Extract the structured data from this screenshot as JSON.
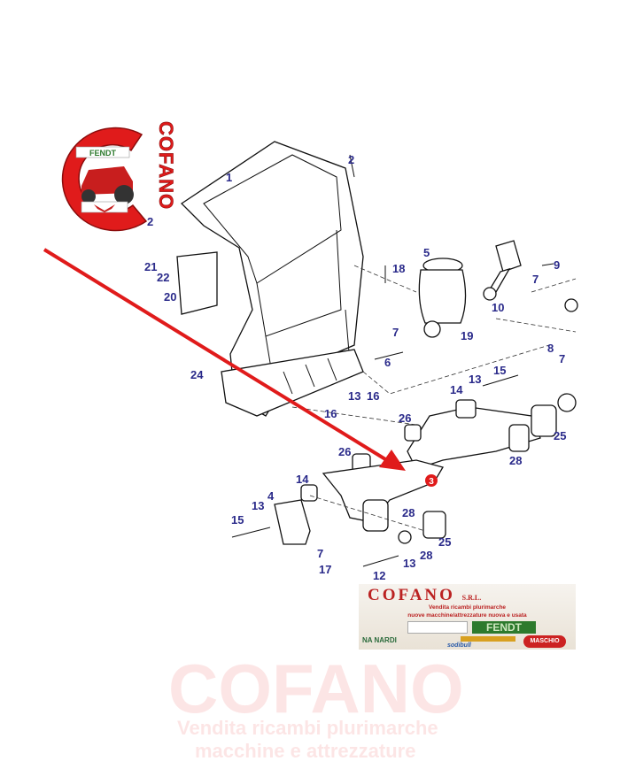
{
  "logo": {
    "brand_text": "COFANO",
    "inner_brand": "FENDT",
    "accent_color": "#e01b1b"
  },
  "parts_labels": [
    "1",
    "2",
    "2",
    "21",
    "22",
    "20",
    "18",
    "5",
    "9",
    "7",
    "10",
    "7",
    "19",
    "6",
    "8",
    "7",
    "24",
    "13",
    "16",
    "16",
    "15",
    "13",
    "14",
    "26",
    "26",
    "25",
    "28",
    "3",
    "14",
    "4",
    "13",
    "15",
    "28",
    "25",
    "28",
    "13",
    "7",
    "17",
    "12"
  ],
  "highlight": {
    "label": "3",
    "color": "#e01b1b"
  },
  "watermark": {
    "text": "COFANO",
    "line1": "Vendita ricambi plurimarche",
    "line2": "macchine e attrezzature"
  },
  "banner": {
    "title": "COFANO",
    "suffix": "S.R.L.",
    "line1": "Vendita ricambi plurimarche",
    "line2": "nuove macchine/attrezzature nuova e usata",
    "brands": [
      "FENDT",
      "NA",
      "NARDI",
      "MASCHIO",
      "sodibull"
    ]
  }
}
